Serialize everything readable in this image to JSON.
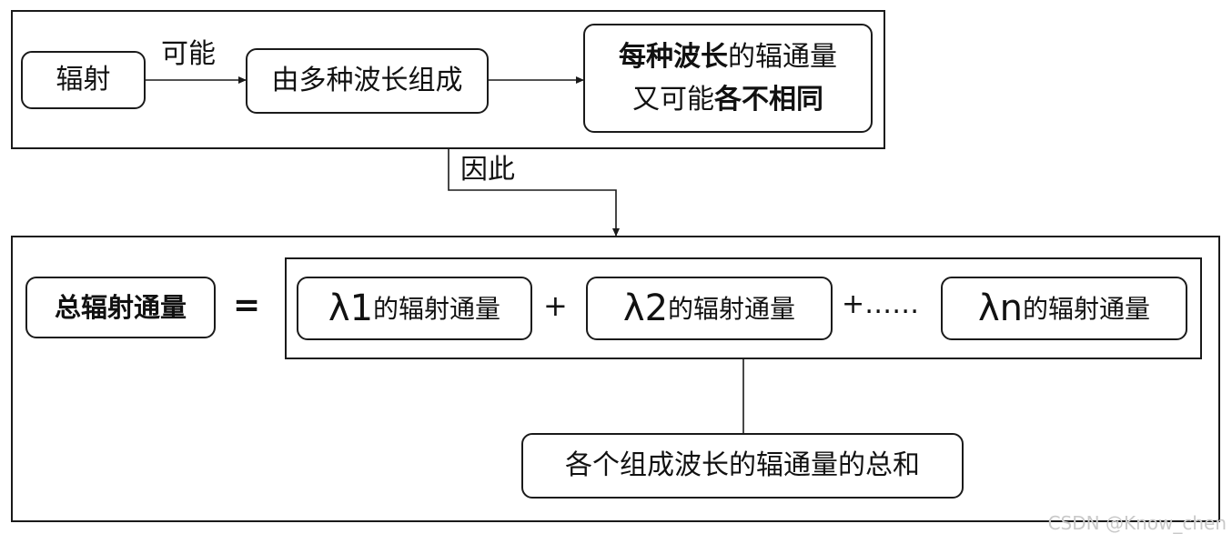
{
  "top": {
    "radiation": "辐射",
    "may_label": "可能",
    "composed": "由多种波长组成",
    "result_line1_bold": "每种波长",
    "result_line1_rest": "的辐通量",
    "result_line2_plain": "又可能",
    "result_line2_bold": "各不相同"
  },
  "therefore_label": "因此",
  "bottom": {
    "total": "总辐射通量",
    "equals": "=",
    "term1_symbol": "λ1",
    "term1_text": "的辐射通量",
    "plus1": "+",
    "term2_symbol": "λ2",
    "term2_text": "的辐射通量",
    "plus_ellipsis": "+……",
    "termn_symbol": "λn",
    "termn_text": "的辐射通量",
    "sum_note": "各个组成波长的辐通量的总和"
  },
  "watermark": "CSDN @Know_chen"
}
